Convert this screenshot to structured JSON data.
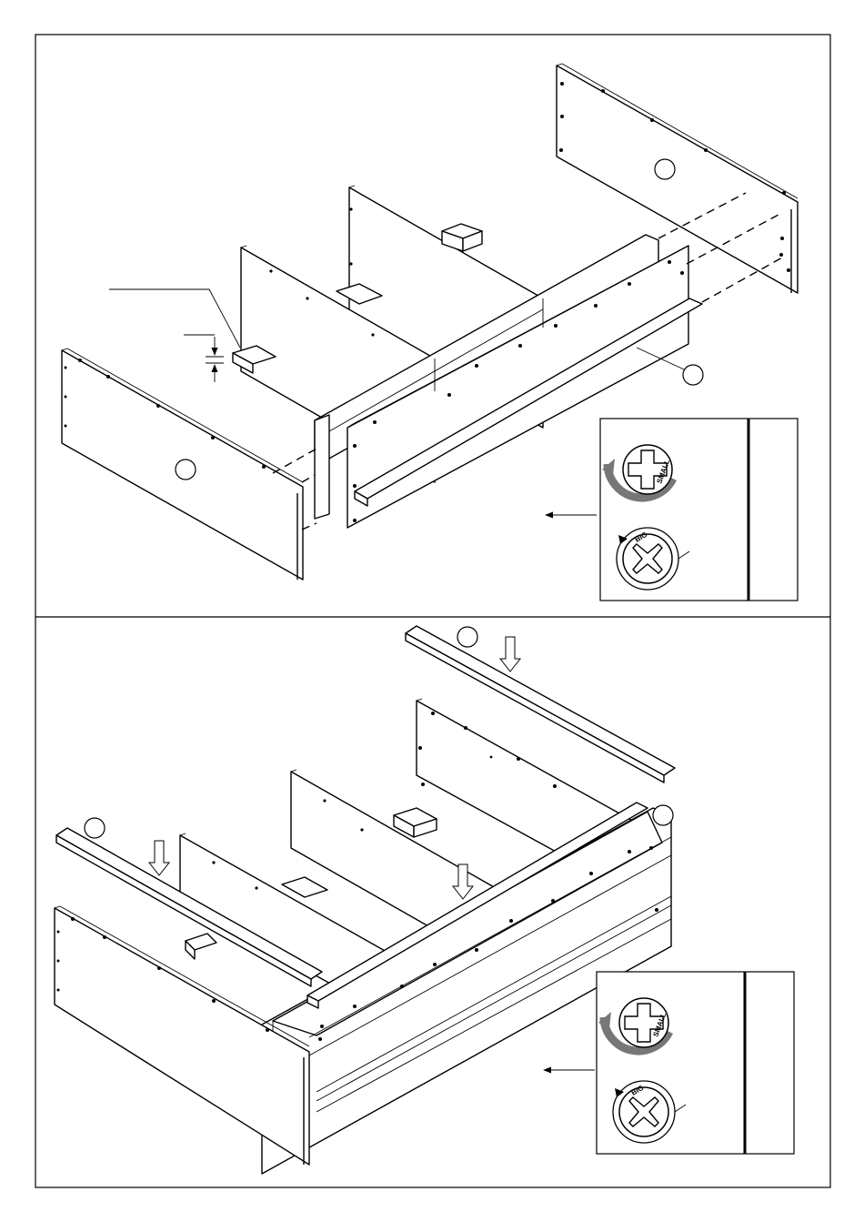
{
  "steps": [
    {
      "id": "top",
      "screw_panel": {
        "top_screw_stamp": "SMALL",
        "bottom_screw_stamp": "BIG"
      }
    },
    {
      "id": "bottom",
      "screw_panel": {
        "top_screw_stamp": "SMALL",
        "bottom_screw_stamp": "BIG"
      }
    }
  ]
}
